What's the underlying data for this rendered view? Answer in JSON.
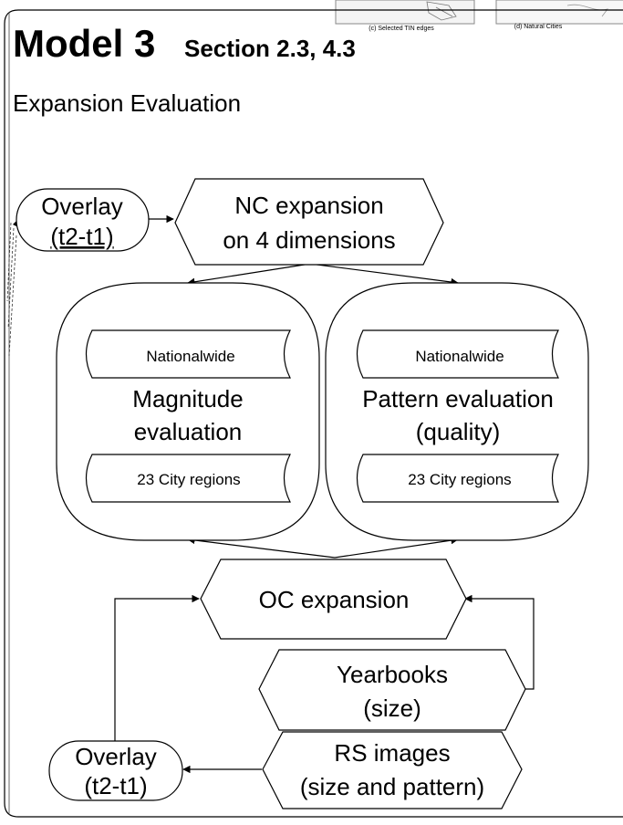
{
  "header": {
    "title": "Model 3",
    "sections": "Section 2.3, 4.3",
    "subtitle": "Expansion Evaluation",
    "thumb_caption_c": "(c) Selected TIN edges",
    "thumb_caption_d": "(d) Natural Cities"
  },
  "nodes": {
    "overlay_top": {
      "line1": "Overlay",
      "line2": "(t2-t1)"
    },
    "nc_expansion": {
      "line1": "NC expansion",
      "line2": "on 4 dimensions"
    },
    "magnitude": {
      "top_doc": "Nationalwide",
      "line1": "Magnitude",
      "line2": "evaluation",
      "bottom_doc": "23 City regions"
    },
    "pattern": {
      "top_doc": "Nationalwide",
      "line1": "Pattern evaluation",
      "line2": "(quality)",
      "bottom_doc": "23 City regions"
    },
    "oc_expansion": {
      "label": "OC expansion"
    },
    "yearbooks": {
      "line1": "Yearbooks",
      "line2": "(size)"
    },
    "rs_images": {
      "line1": "RS images",
      "line2": "(size and pattern)"
    },
    "overlay_bottom": {
      "line1": "Overlay",
      "line2": "(t2-t1)"
    }
  }
}
